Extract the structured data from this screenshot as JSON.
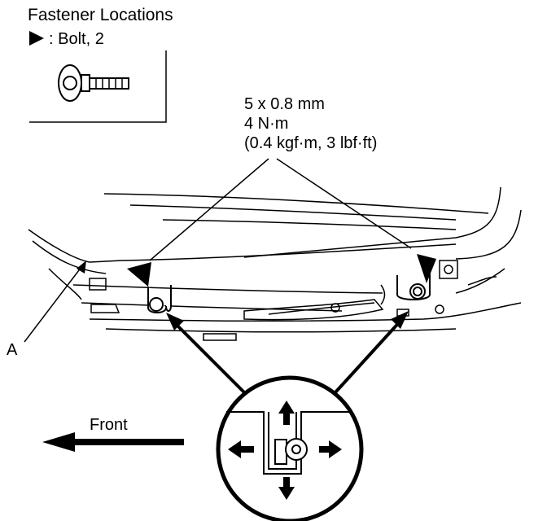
{
  "title": "Fastener Locations",
  "legend": {
    "symbol": "triangle-marker-icon",
    "label": ": Bolt, 2"
  },
  "torque_spec": {
    "size": "5 x 0.8 mm",
    "torque_nm": "4 N·m",
    "torque_alt": "(0.4 kgf·m, 3 lbf·ft)"
  },
  "callout_a": "A",
  "direction_label": "Front"
}
